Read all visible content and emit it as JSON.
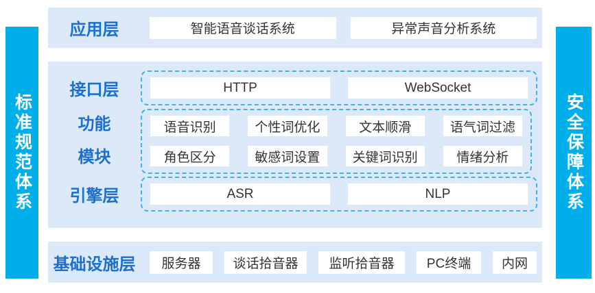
{
  "colors": {
    "pillar_cyan": "#00AEEA",
    "panel_bg": "#DCE9F8",
    "label_blue": "#1C6FCF",
    "dashed_border": "#45AFE8",
    "box_bg": "#FFFFFF",
    "box_text": "#333333"
  },
  "left_pillar": {
    "label": "标准规范体系"
  },
  "right_pillar": {
    "label": "安全保障体系"
  },
  "application_layer": {
    "label": "应用层",
    "items": [
      "智能语音谈话系统",
      "异常声音分析系统"
    ]
  },
  "interface_layer": {
    "label": "接口层",
    "items": [
      "HTTP",
      "WebSocket"
    ]
  },
  "function_modules": {
    "label_line1": "功能",
    "label_line2": "模块",
    "rows": [
      [
        "语音识别",
        "个性词优化",
        "文本顺滑",
        "语气词过滤"
      ],
      [
        "角色区分",
        "敏感词设置",
        "关键词识别",
        "情绪分析"
      ]
    ]
  },
  "engine_layer": {
    "label": "引擎层",
    "items": [
      "ASR",
      "NLP"
    ]
  },
  "infrastructure_layer": {
    "label": "基础设施层",
    "items": [
      "服务器",
      "谈话拾音器",
      "监听拾音器",
      "PC终端",
      "内网"
    ]
  }
}
